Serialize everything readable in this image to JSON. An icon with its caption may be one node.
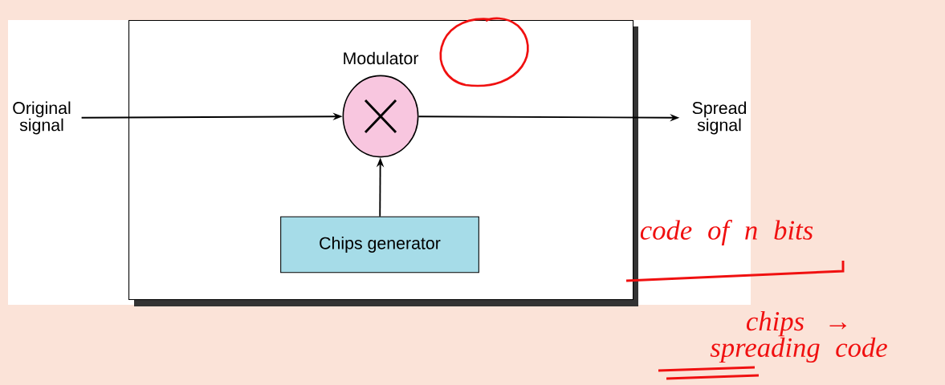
{
  "diagram": {
    "nodes": [
      {
        "text": [
          "Original signal"
        ]
      },
      {
        "text": [],
        "shape": "box"
      },
      {
        "text": [
          "Modulator"
        ],
        "in": 1
      },
      {
        "text": [
          "Chips generator"
        ],
        "in": 1
      },
      {
        "text": [
          "Spread signal"
        ]
      }
    ],
    "edges": [
      {
        "from": 0,
        "to": 2,
        "arrow": "to"
      },
      {
        "from": 2,
        "to": 4,
        "arrow": "to"
      },
      {
        "from": 3,
        "to": 2,
        "arrow": "to"
      }
    ],
    "labels": [
      "code of n bits",
      "chips → spreading code"
    ]
  }
}
